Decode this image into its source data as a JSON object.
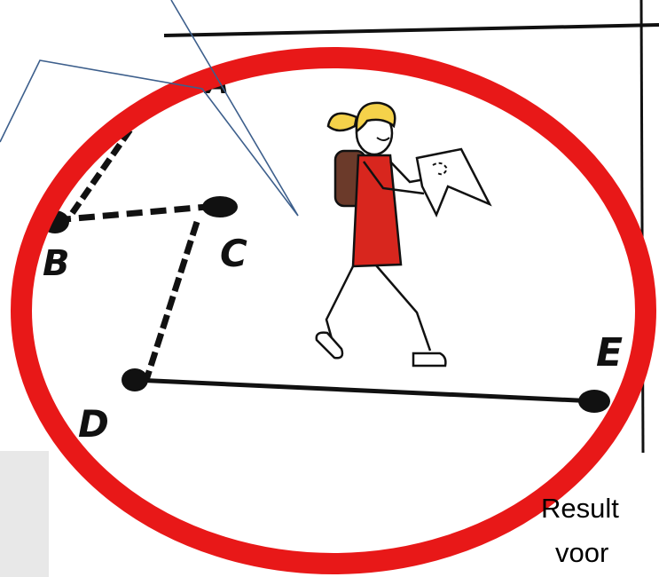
{
  "points": {
    "A": "A",
    "B": "B",
    "C": "C",
    "D": "D",
    "E": "E"
  },
  "caption": {
    "line1": "Result",
    "line2": "voor"
  },
  "colors": {
    "ring": "#e81818",
    "callout_stroke": "#3d5f8c",
    "dress": "#d8261e",
    "hair": "#f5d24a",
    "backpack": "#6b3a2a",
    "path": "#111111"
  }
}
